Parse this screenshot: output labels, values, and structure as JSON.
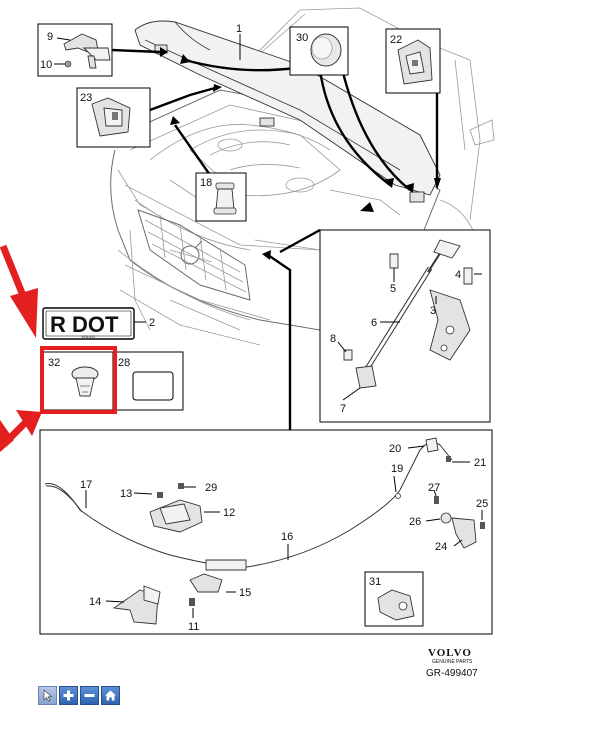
{
  "diagram": {
    "callouts": {
      "c1": "1",
      "c2": "2",
      "c3": "3",
      "c4": "4",
      "c5": "5",
      "c6": "6",
      "c7": "7",
      "c8": "8",
      "c9": "9",
      "c10": "10",
      "c11": "11",
      "c12": "12",
      "c13": "13",
      "c14": "14",
      "c15": "15",
      "c16": "16",
      "c17": "17",
      "c18": "18",
      "c19": "19",
      "c20": "20",
      "c21": "21",
      "c22": "22",
      "c23": "23",
      "c24": "24",
      "c25": "25",
      "c26": "26",
      "c27": "27",
      "c28": "28",
      "c29": "29",
      "c30": "30",
      "c31": "31",
      "c32": "32"
    },
    "plate_text": "R DOT",
    "plate_brand": "VOLVO",
    "brand_logo": "VOLVO",
    "brand_sub": "GENUINE PARTS",
    "drawing_code": "GR-499407",
    "highlight_color": "#e41f1f"
  },
  "nav": {
    "icons": [
      "cursor-icon",
      "zoom-in-icon",
      "zoom-out-icon",
      "home-icon"
    ]
  }
}
